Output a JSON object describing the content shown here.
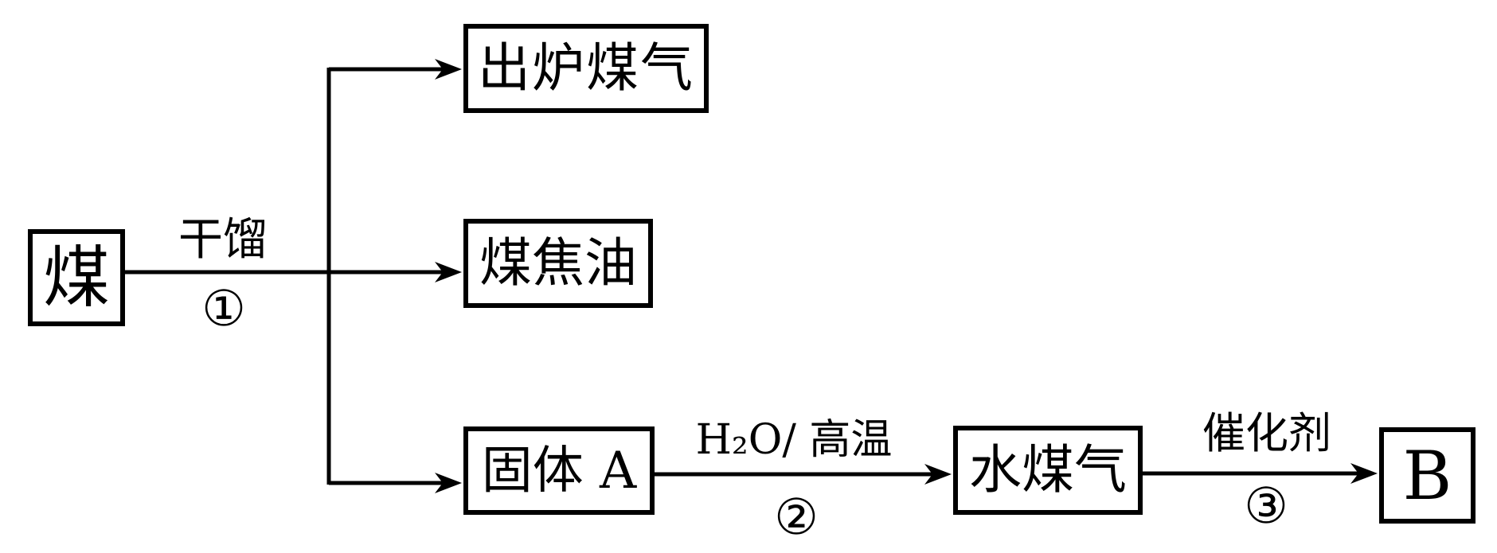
{
  "colors": {
    "ink": "#000000",
    "background": "#ffffff"
  },
  "nodes": {
    "coal": {
      "label": "煤"
    },
    "furnace_gas": {
      "label": "出炉煤气"
    },
    "coal_tar": {
      "label": "煤焦油"
    },
    "solid_a": {
      "label": "固体 A"
    },
    "water_gas": {
      "label": "水煤气"
    },
    "b": {
      "label": "B"
    }
  },
  "edges": {
    "dry_distillation": {
      "condition": "干馏",
      "step": "①",
      "from": "煤",
      "to": "出炉煤气 / 煤焦油 / 固体 A"
    },
    "steam_high_temp": {
      "condition": "H₂O/ 高温",
      "step": "②",
      "from": "固体 A",
      "to": "水煤气"
    },
    "catalyst": {
      "condition": "催化剂",
      "step": "③",
      "from": "水煤气",
      "to": "B"
    }
  }
}
